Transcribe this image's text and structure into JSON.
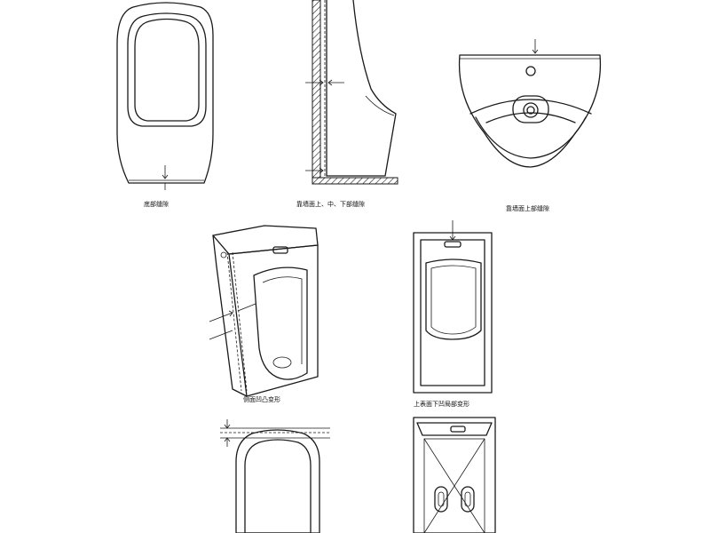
{
  "captions": {
    "bottom_crack": "底部缝隙",
    "wall_crack": "靠墙面上、中、下部缝隙",
    "wall_top_crack": "靠墙面上部缝隙",
    "side_deform": "侧面凹凸变形",
    "top_deform": "上表面下凹局部变形"
  },
  "colors": {
    "line": "#1a1a1a",
    "background": "#ffffff"
  }
}
